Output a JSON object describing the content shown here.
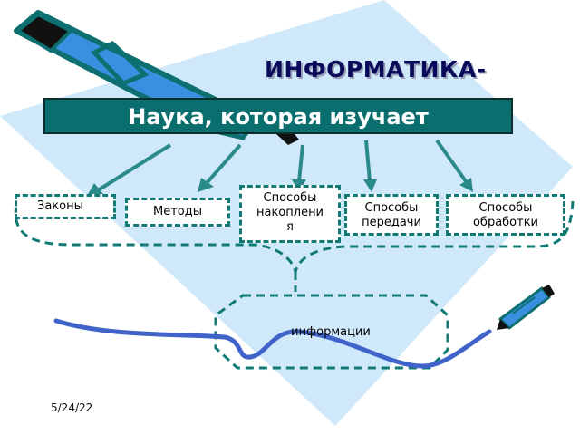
{
  "title": "ИНФОРМАТИКА-",
  "banner": "Наука, которая изучает",
  "boxes": {
    "laws": "Законы",
    "methods": "Методы",
    "storage_1": "Способы",
    "storage_2": "накоплени",
    "storage_3": "я",
    "transfer_1": "Способы",
    "transfer_2": "передачи",
    "processing_1": "Способы",
    "processing_2": "обработки"
  },
  "bottom_label": "информации",
  "date": "5/24/22",
  "colors": {
    "banner_bg": "#0b6e6e",
    "arrow": "#2a8a8a",
    "dashed_border": "#117a74",
    "wave": "#3f63c8",
    "background_shape": "#cfe9fb",
    "pen_body": "#3b8fe0",
    "pen_outline": "#0d6f6f"
  },
  "icons": [
    "pen-icon",
    "small-pen-icon"
  ]
}
